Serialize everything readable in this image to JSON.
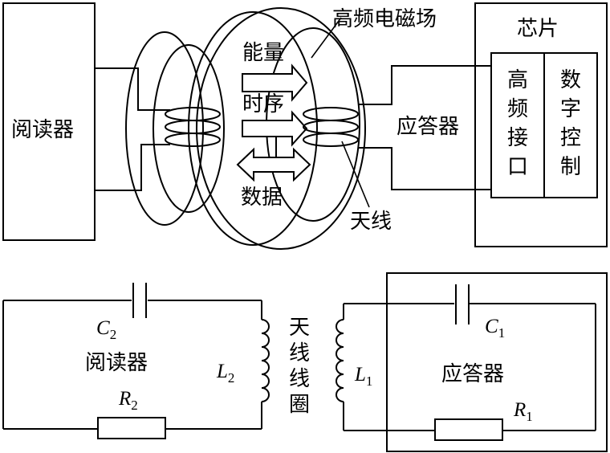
{
  "top": {
    "reader_label": "阅读器",
    "field_label": "高频电磁场",
    "chip_label": "芯片",
    "arrow_energy": "能量",
    "arrow_timing": "时序",
    "arrow_data": "数据",
    "antenna_label": "天线",
    "transponder_label": "应答器",
    "chip_block_rf": [
      "高",
      "频",
      "接",
      "口"
    ],
    "chip_block_digital": [
      "数",
      "字",
      "控",
      "制"
    ]
  },
  "bottom": {
    "reader_label": "阅读器",
    "transponder_label": "应答器",
    "coil_label": [
      "天",
      "线",
      "线",
      "圈"
    ],
    "c2": {
      "letter": "C",
      "sub": "2"
    },
    "l2": {
      "letter": "L",
      "sub": "2"
    },
    "r2": {
      "letter": "R",
      "sub": "2"
    },
    "c1": {
      "letter": "C",
      "sub": "1"
    },
    "l1": {
      "letter": "L",
      "sub": "1"
    },
    "r1": {
      "letter": "R",
      "sub": "1"
    }
  }
}
